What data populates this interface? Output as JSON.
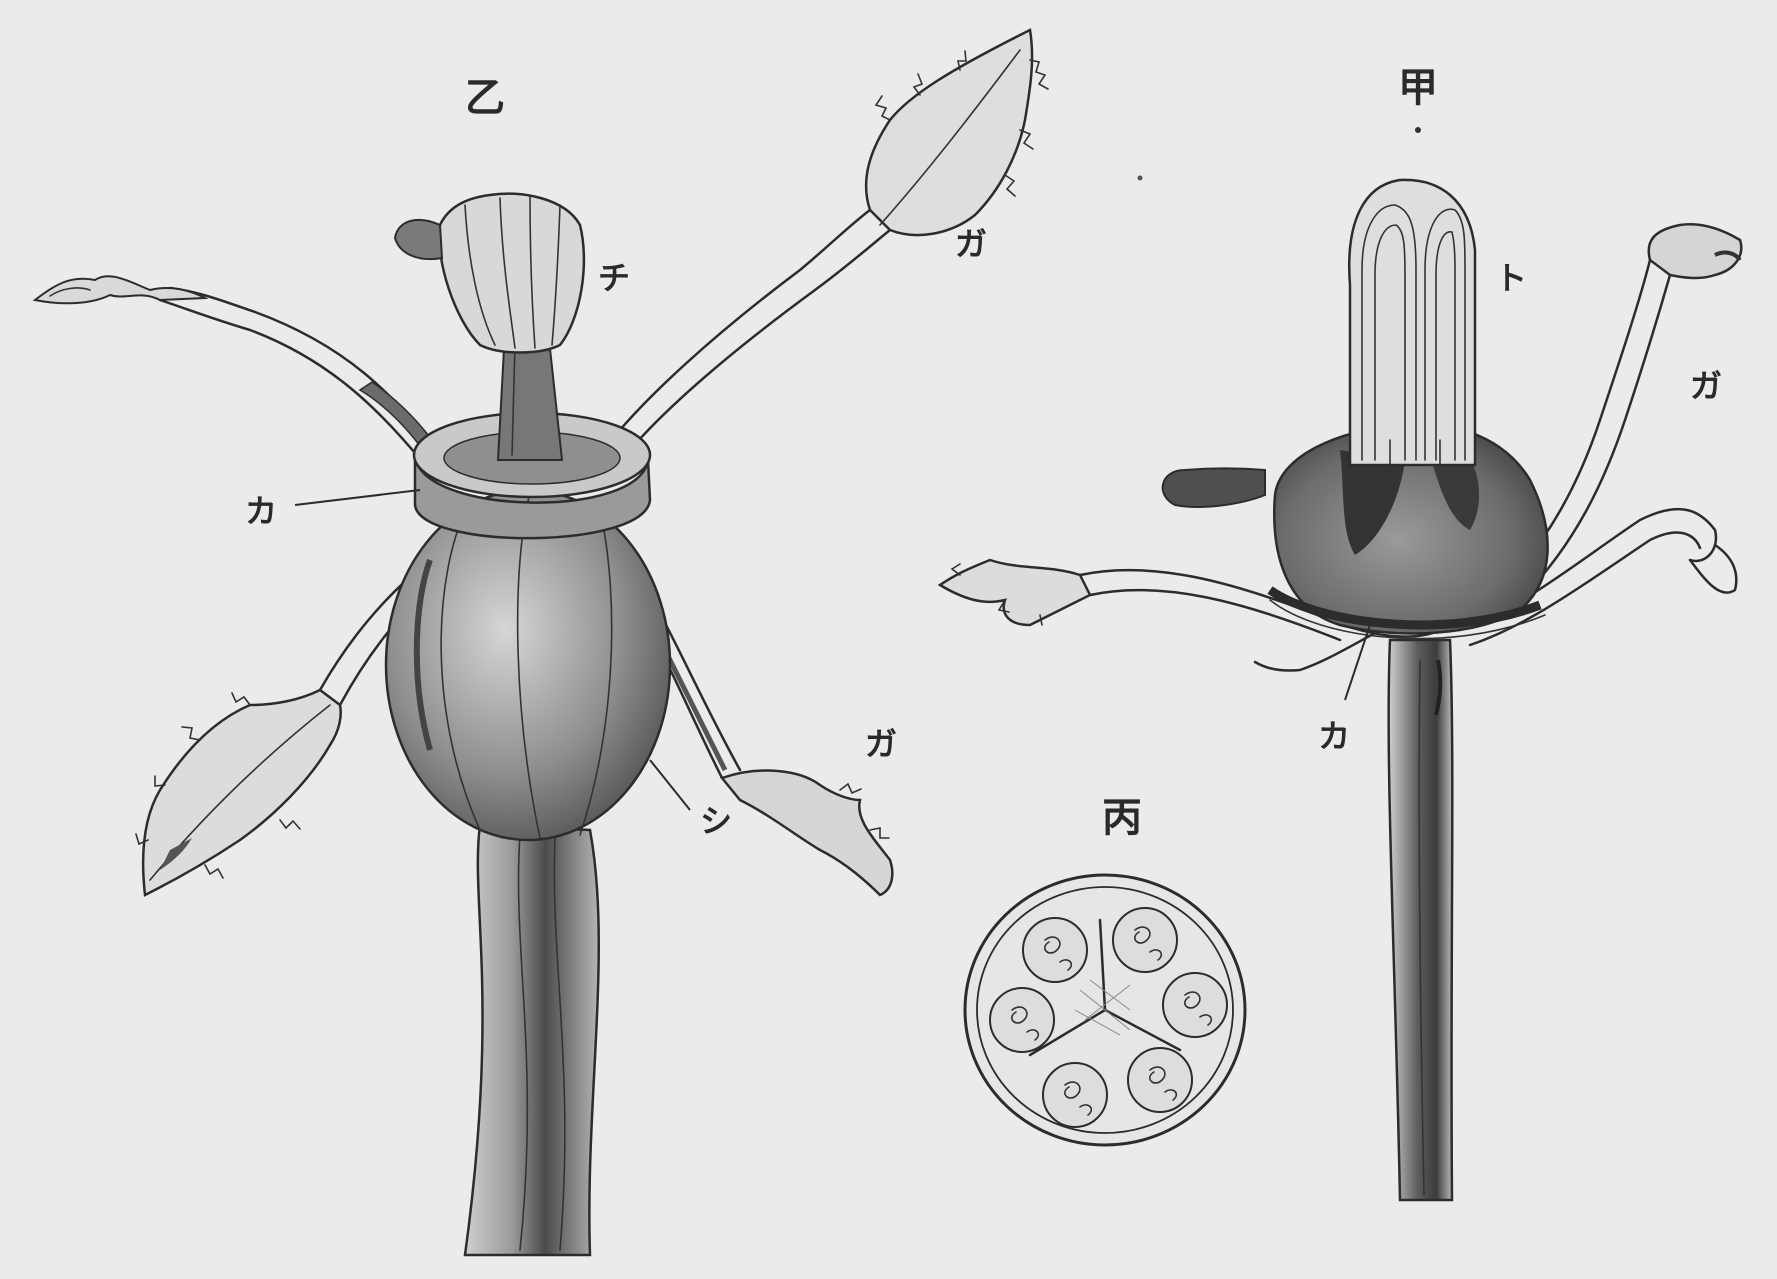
{
  "figures": {
    "otsu": {
      "title": "乙",
      "labels": {
        "stigma": "チ",
        "sepal_upper_right": "ガ",
        "sepal_lower_right": "ガ",
        "ring": "カ",
        "ovary": "シ"
      }
    },
    "ko": {
      "title": "甲",
      "labels": {
        "stigma": "ト",
        "sepal_right": "ガ",
        "ring": "カ"
      }
    },
    "hei": {
      "title": "丙"
    }
  },
  "colors": {
    "paper": "#ebebeb",
    "ink": "#2c2c2c",
    "shade_dark": "#5a5a5a",
    "shade_mid": "#8a8a8a",
    "shade_light": "#cfcfcf"
  }
}
